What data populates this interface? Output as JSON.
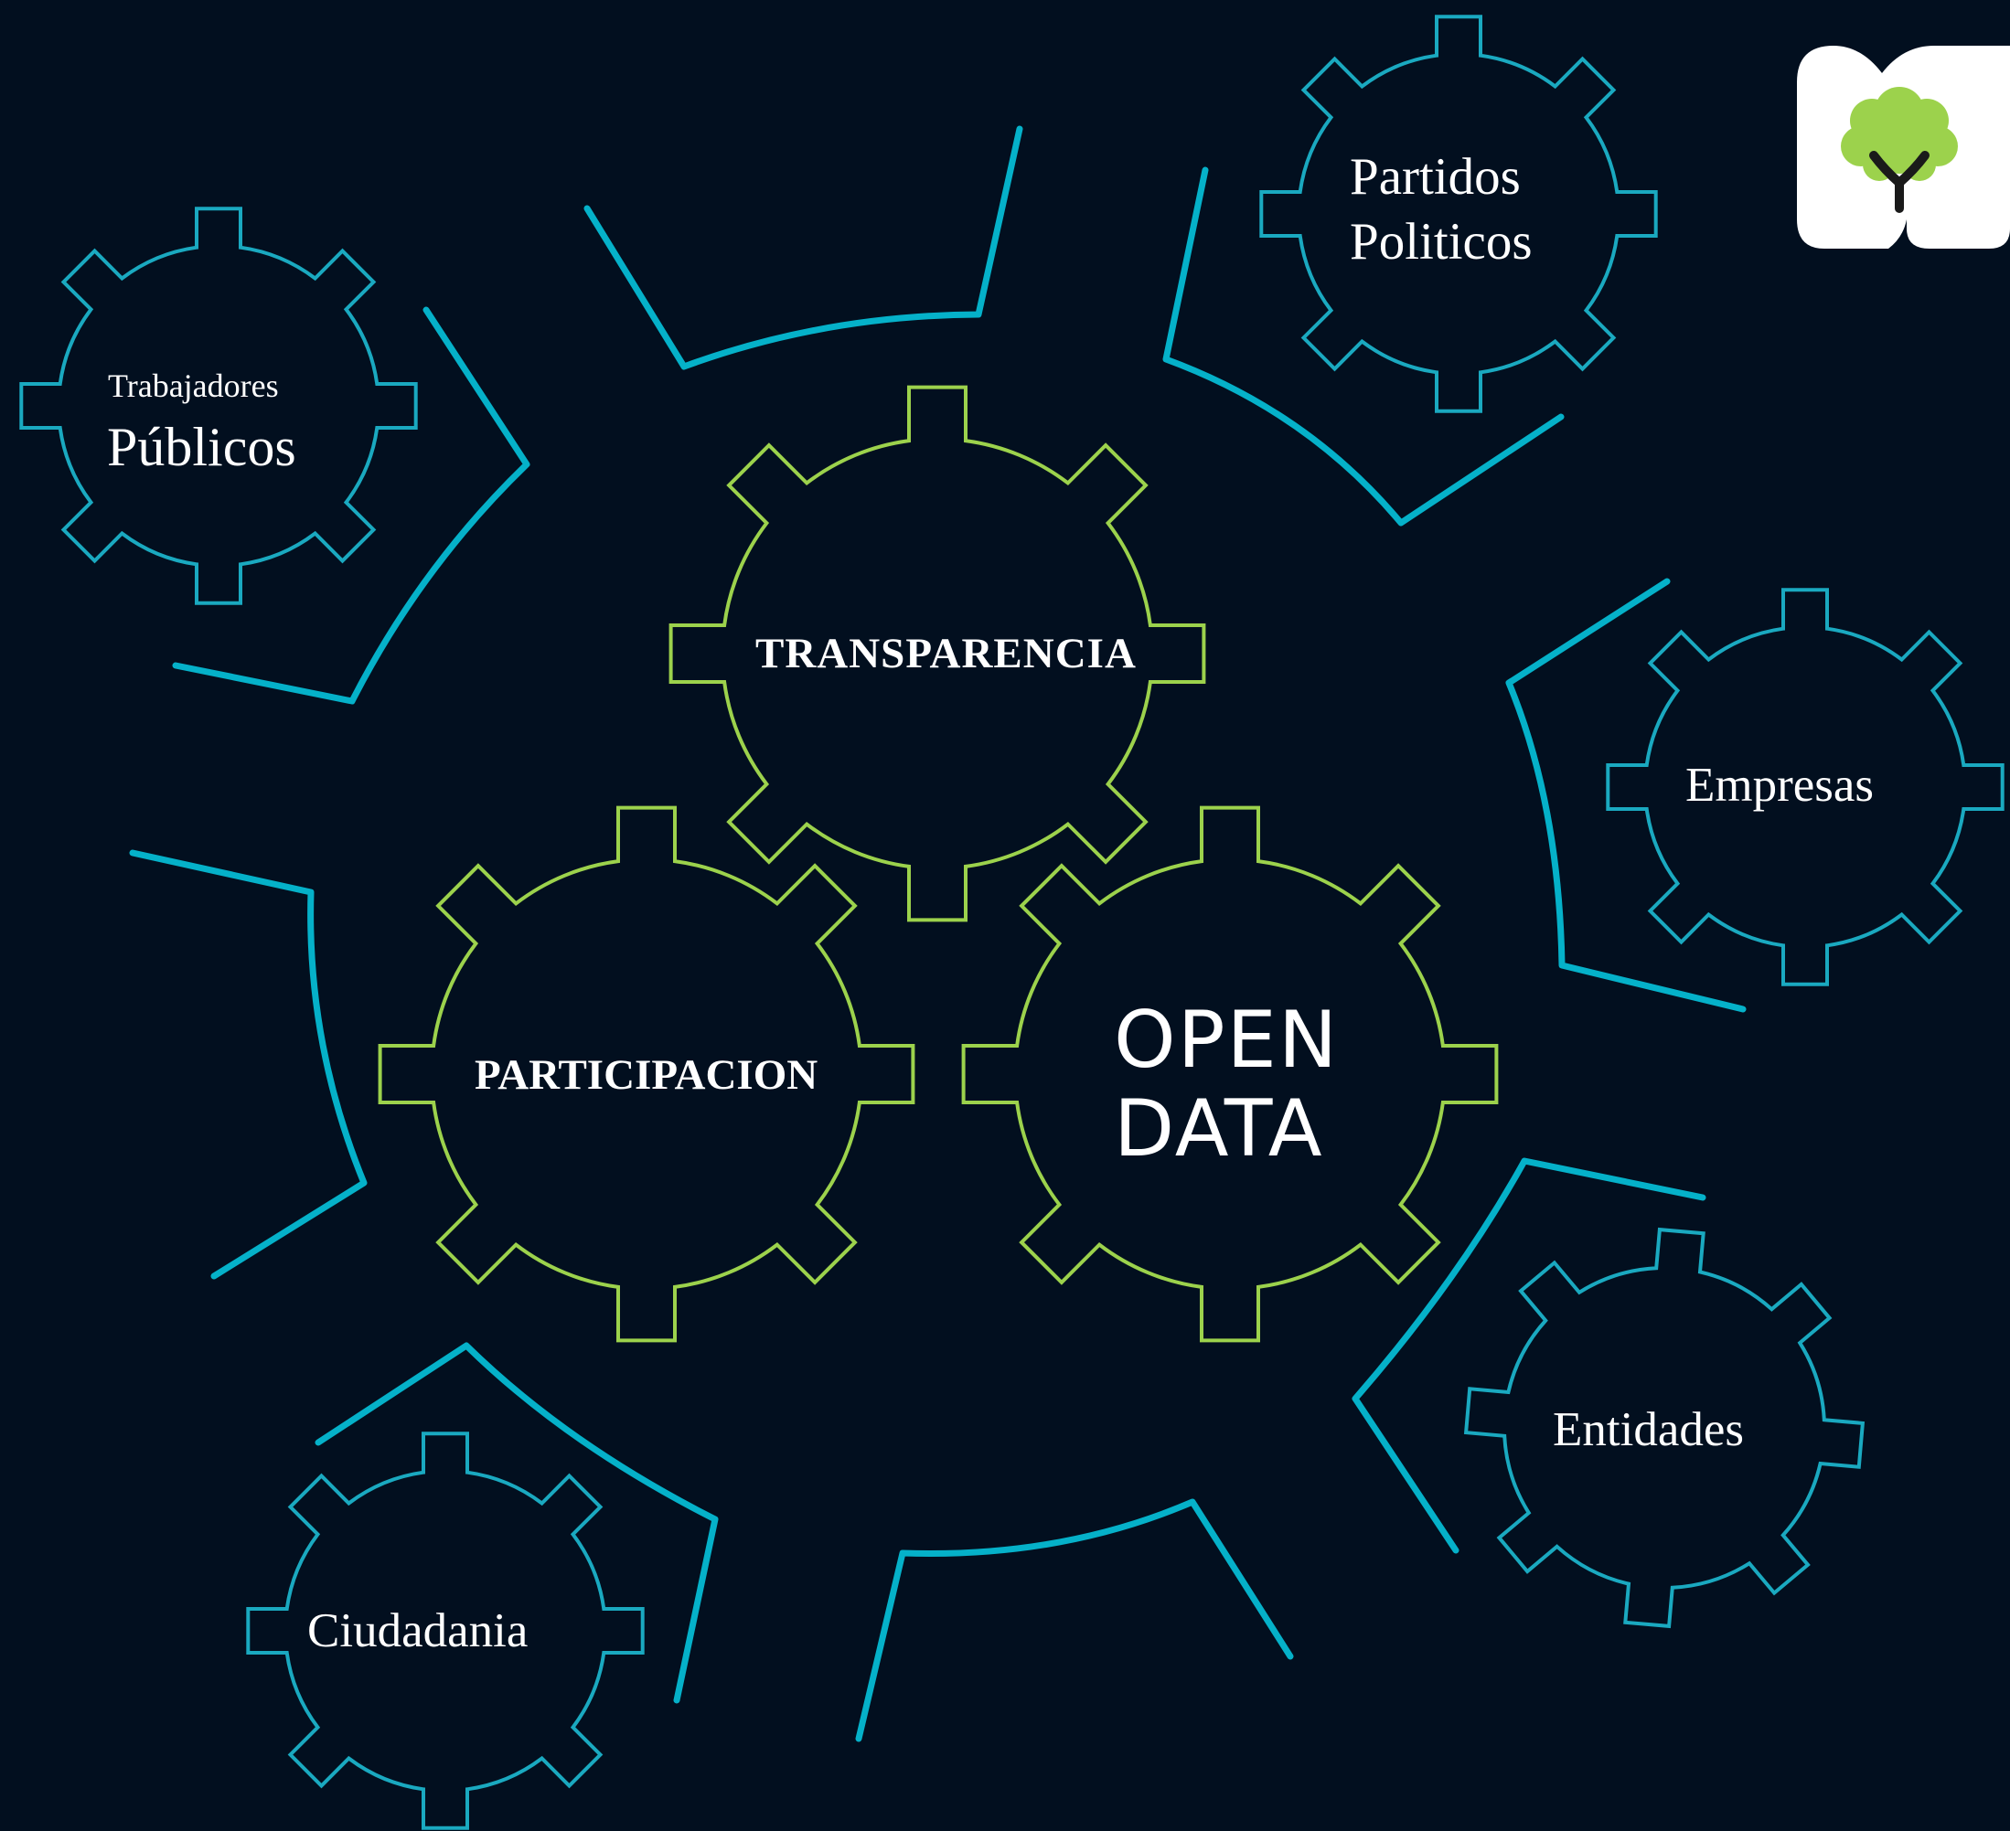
{
  "diagram": {
    "core": {
      "transparencia": "TRANSPARENCIA",
      "participacion": "PARTICIPACION",
      "open_data_line1": "OPEN",
      "open_data_line2": "DATA"
    },
    "stakeholders": {
      "trabajadores_small": "Trabajadores",
      "trabajadores_large": "Públicos",
      "partidos_line1": "Partidos",
      "partidos_line2": "Politicos",
      "empresas": "Empresas",
      "entidades": "Entidades",
      "ciudadania": "Ciudadania"
    }
  },
  "colors": {
    "background": "#020f1f",
    "ring": "#05b1c9",
    "outer_gear": "#1aa9c0",
    "core_gear": "#9cd24c",
    "text": "#ffffff",
    "logo_bg": "#ffffff",
    "logo_tree": "#9cd24c"
  },
  "icons": {
    "logo": "tree-logo-icon"
  }
}
